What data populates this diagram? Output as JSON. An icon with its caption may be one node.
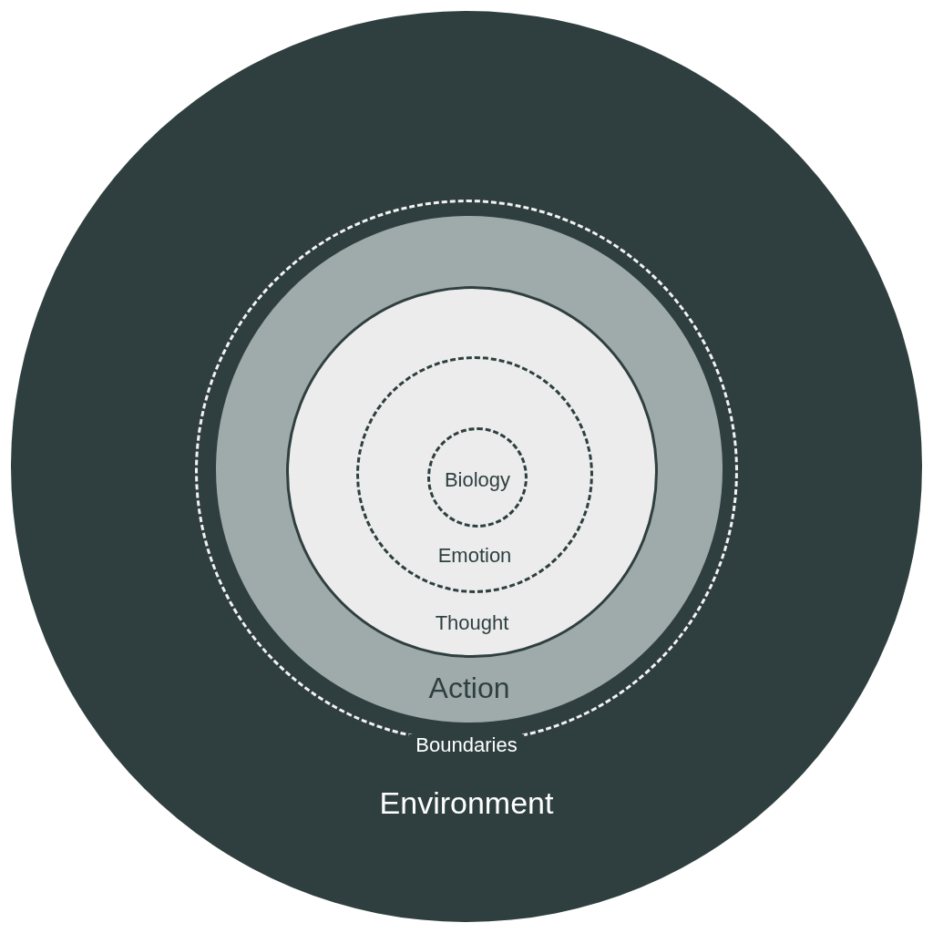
{
  "diagram": {
    "nodes": [
      {
        "text": [
          "Environment"
        ]
      },
      {
        "text": [
          "Boundaries"
        ],
        "in": 0
      },
      {
        "text": [
          "Action"
        ],
        "in": 1
      },
      {
        "text": [
          "Thought"
        ],
        "in": 2
      },
      {
        "text": [
          "Emotion"
        ],
        "in": 3
      },
      {
        "text": [
          "Biology"
        ],
        "in": 4
      }
    ]
  }
}
